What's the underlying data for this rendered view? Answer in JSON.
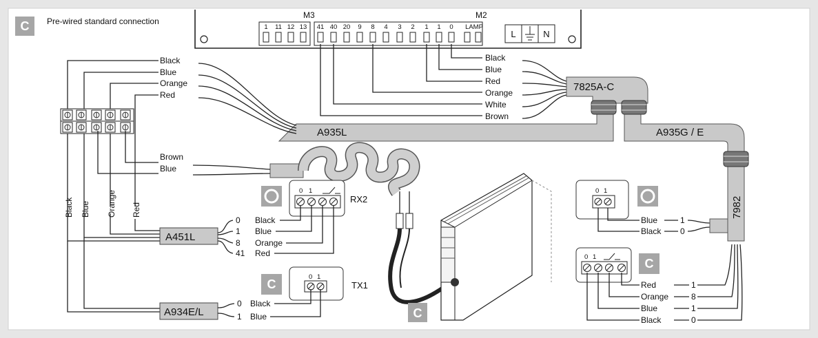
{
  "panel_badge": "C",
  "title": "Pre-wired standard connection",
  "board": {
    "m3_label": "M3",
    "m2_label": "M2",
    "m3_terminals": [
      "1",
      "11",
      "12",
      "13"
    ],
    "m2_terminals": [
      "41",
      "40",
      "20",
      "9",
      "8",
      "4",
      "3",
      "2",
      "1",
      "1",
      "0",
      "LAMP"
    ],
    "power_terminals": [
      "L",
      "N"
    ]
  },
  "cables": {
    "a935l": "A935L",
    "a935ge": "A935G / E",
    "c7825": "7825A-C",
    "c7982": "7982",
    "a451l": "A451L",
    "a934el": "A934E/L"
  },
  "left_wires_top": [
    "Black",
    "Blue",
    "Orange",
    "Red"
  ],
  "left_wires_coil": [
    "Brown",
    "Blue"
  ],
  "left_vertical": [
    "Black",
    "Blue",
    "Orange",
    "Red"
  ],
  "m2_wires": [
    "Black",
    "Blue",
    "Red",
    "Orange",
    "White",
    "Brown"
  ],
  "rx2": {
    "label": "RX2",
    "terms": [
      "0",
      "1"
    ],
    "wires": [
      {
        "num": "0",
        "color": "Black"
      },
      {
        "num": "1",
        "color": "Blue"
      },
      {
        "num": "8",
        "color": "Orange"
      },
      {
        "num": "41",
        "color": "Red"
      }
    ]
  },
  "tx1": {
    "label": "TX1",
    "terms": [
      "0",
      "1"
    ],
    "badge": "C",
    "wires": [
      {
        "num": "0",
        "color": "Black"
      },
      {
        "num": "1",
        "color": "Blue"
      }
    ]
  },
  "right_top": {
    "terms": [
      "0",
      "1"
    ],
    "wires": [
      {
        "color": "Blue",
        "num": "1"
      },
      {
        "color": "Black",
        "num": "0"
      }
    ]
  },
  "right_bottom": {
    "terms": [
      "0",
      "1"
    ],
    "badge": "C",
    "wires": [
      {
        "color": "Red",
        "num": "1"
      },
      {
        "color": "Orange",
        "num": "8"
      },
      {
        "color": "Blue",
        "num": "1"
      },
      {
        "color": "Black",
        "num": "0"
      }
    ]
  },
  "center_badge": "C"
}
